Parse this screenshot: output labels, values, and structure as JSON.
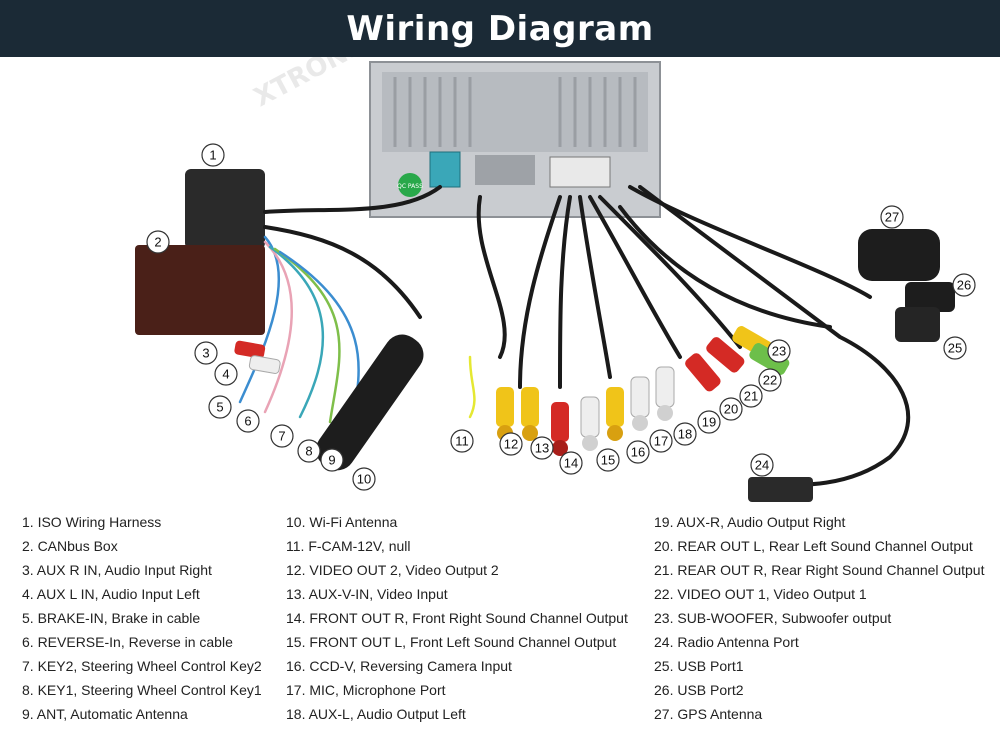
{
  "header": {
    "title": "Wiring Diagram"
  },
  "watermark": {
    "text": "XTRONS"
  },
  "unit": {
    "badge": "QC PASS"
  },
  "legend": [
    "1. ISO Wiring Harness",
    "2. CANbus Box",
    "3. AUX R IN, Audio Input Right",
    "4. AUX L IN, Audio Input Left",
    "5. BRAKE-IN, Brake in cable",
    "6. REVERSE-In, Reverse in cable",
    "7. KEY2, Steering Wheel Control Key2",
    "8. KEY1, Steering Wheel Control Key1",
    "9. ANT, Automatic Antenna",
    "10. Wi-Fi Antenna",
    "11. F-CAM-12V, null",
    "12. VIDEO OUT 2, Video Output 2",
    "13. AUX-V-IN, Video Input",
    "14. FRONT OUT R, Front Right Sound Channel Output",
    "15. FRONT OUT L, Front Left Sound Channel Output",
    "16. CCD-V, Reversing Camera Input",
    "17. MIC, Microphone Port",
    "18. AUX-L, Audio Output Left",
    "19. AUX-R, Audio Output Right",
    "20. REAR OUT L, Rear Left Sound Channel Output",
    "21. REAR OUT R, Rear Right Sound Channel Output",
    "22. VIDEO OUT 1, Video Output 1",
    "23. SUB-WOOFER, Subwoofer output",
    "24. Radio Antenna Port",
    "25. USB Port1",
    "26. USB Port2",
    "27. GPS Antenna"
  ],
  "callouts": [
    "1",
    "2",
    "3",
    "4",
    "5",
    "6",
    "7",
    "8",
    "9",
    "10",
    "11",
    "12",
    "13",
    "14",
    "15",
    "16",
    "17",
    "18",
    "19",
    "20",
    "21",
    "22",
    "23",
    "24",
    "25",
    "26",
    "27"
  ],
  "colors": {
    "header_bg": "#1b2a36",
    "cable": "#1a1a1a",
    "rca_red": "#d42a25",
    "rca_yellow": "#f0c419",
    "rca_white": "#eeeeee"
  }
}
